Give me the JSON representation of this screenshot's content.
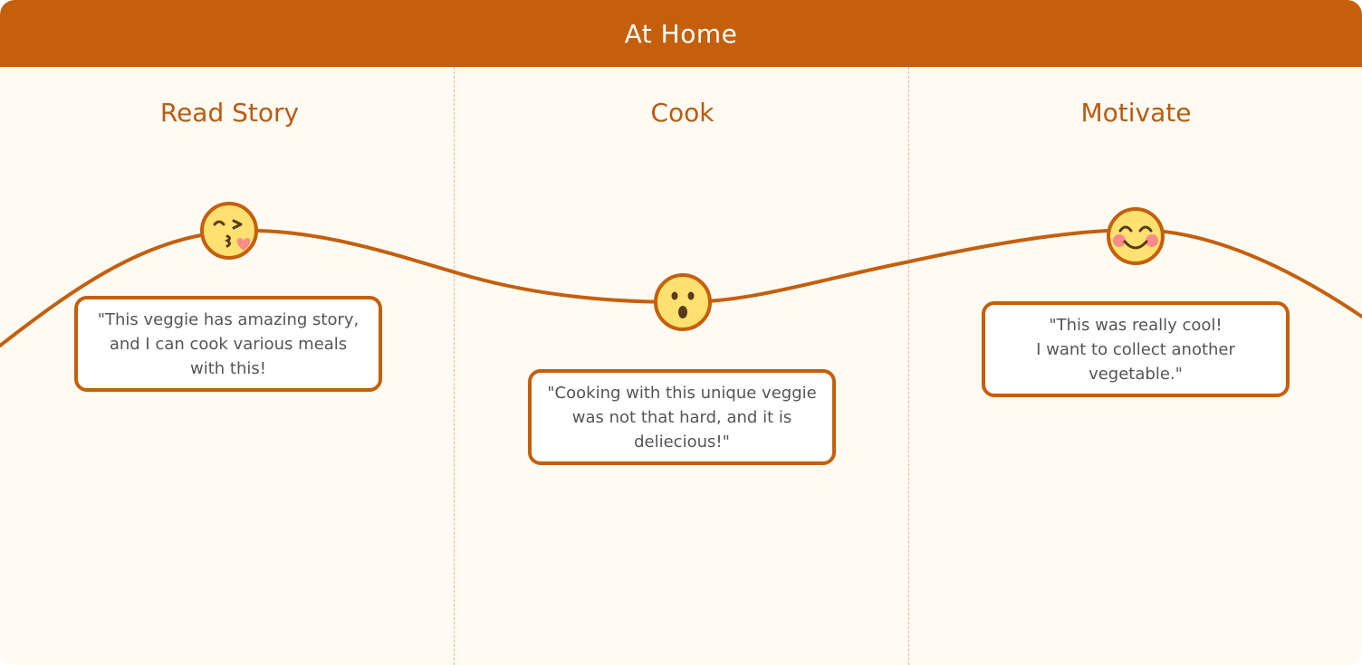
{
  "header": {
    "title": "At Home"
  },
  "stages": [
    {
      "title": "Read Story",
      "emoji": "kissing-face-wink-icon",
      "quote": "\"This veggie has amazing story, and I can cook various meals with this!"
    },
    {
      "title": "Cook",
      "emoji": "surprised-face-icon",
      "quote": "\"Cooking with this unique veggie was not that hard, and it is deliecious!\""
    },
    {
      "title": "Motivate",
      "emoji": "smiling-face-icon",
      "quote_lines": [
        "\"This was really cool!",
        "I want to collect another vegetable.\""
      ]
    }
  ],
  "colors": {
    "accent": "#c55f0b",
    "background": "#fffbf3",
    "emoji_face": "#ffe16f",
    "emoji_blush": "#f98b8b"
  }
}
